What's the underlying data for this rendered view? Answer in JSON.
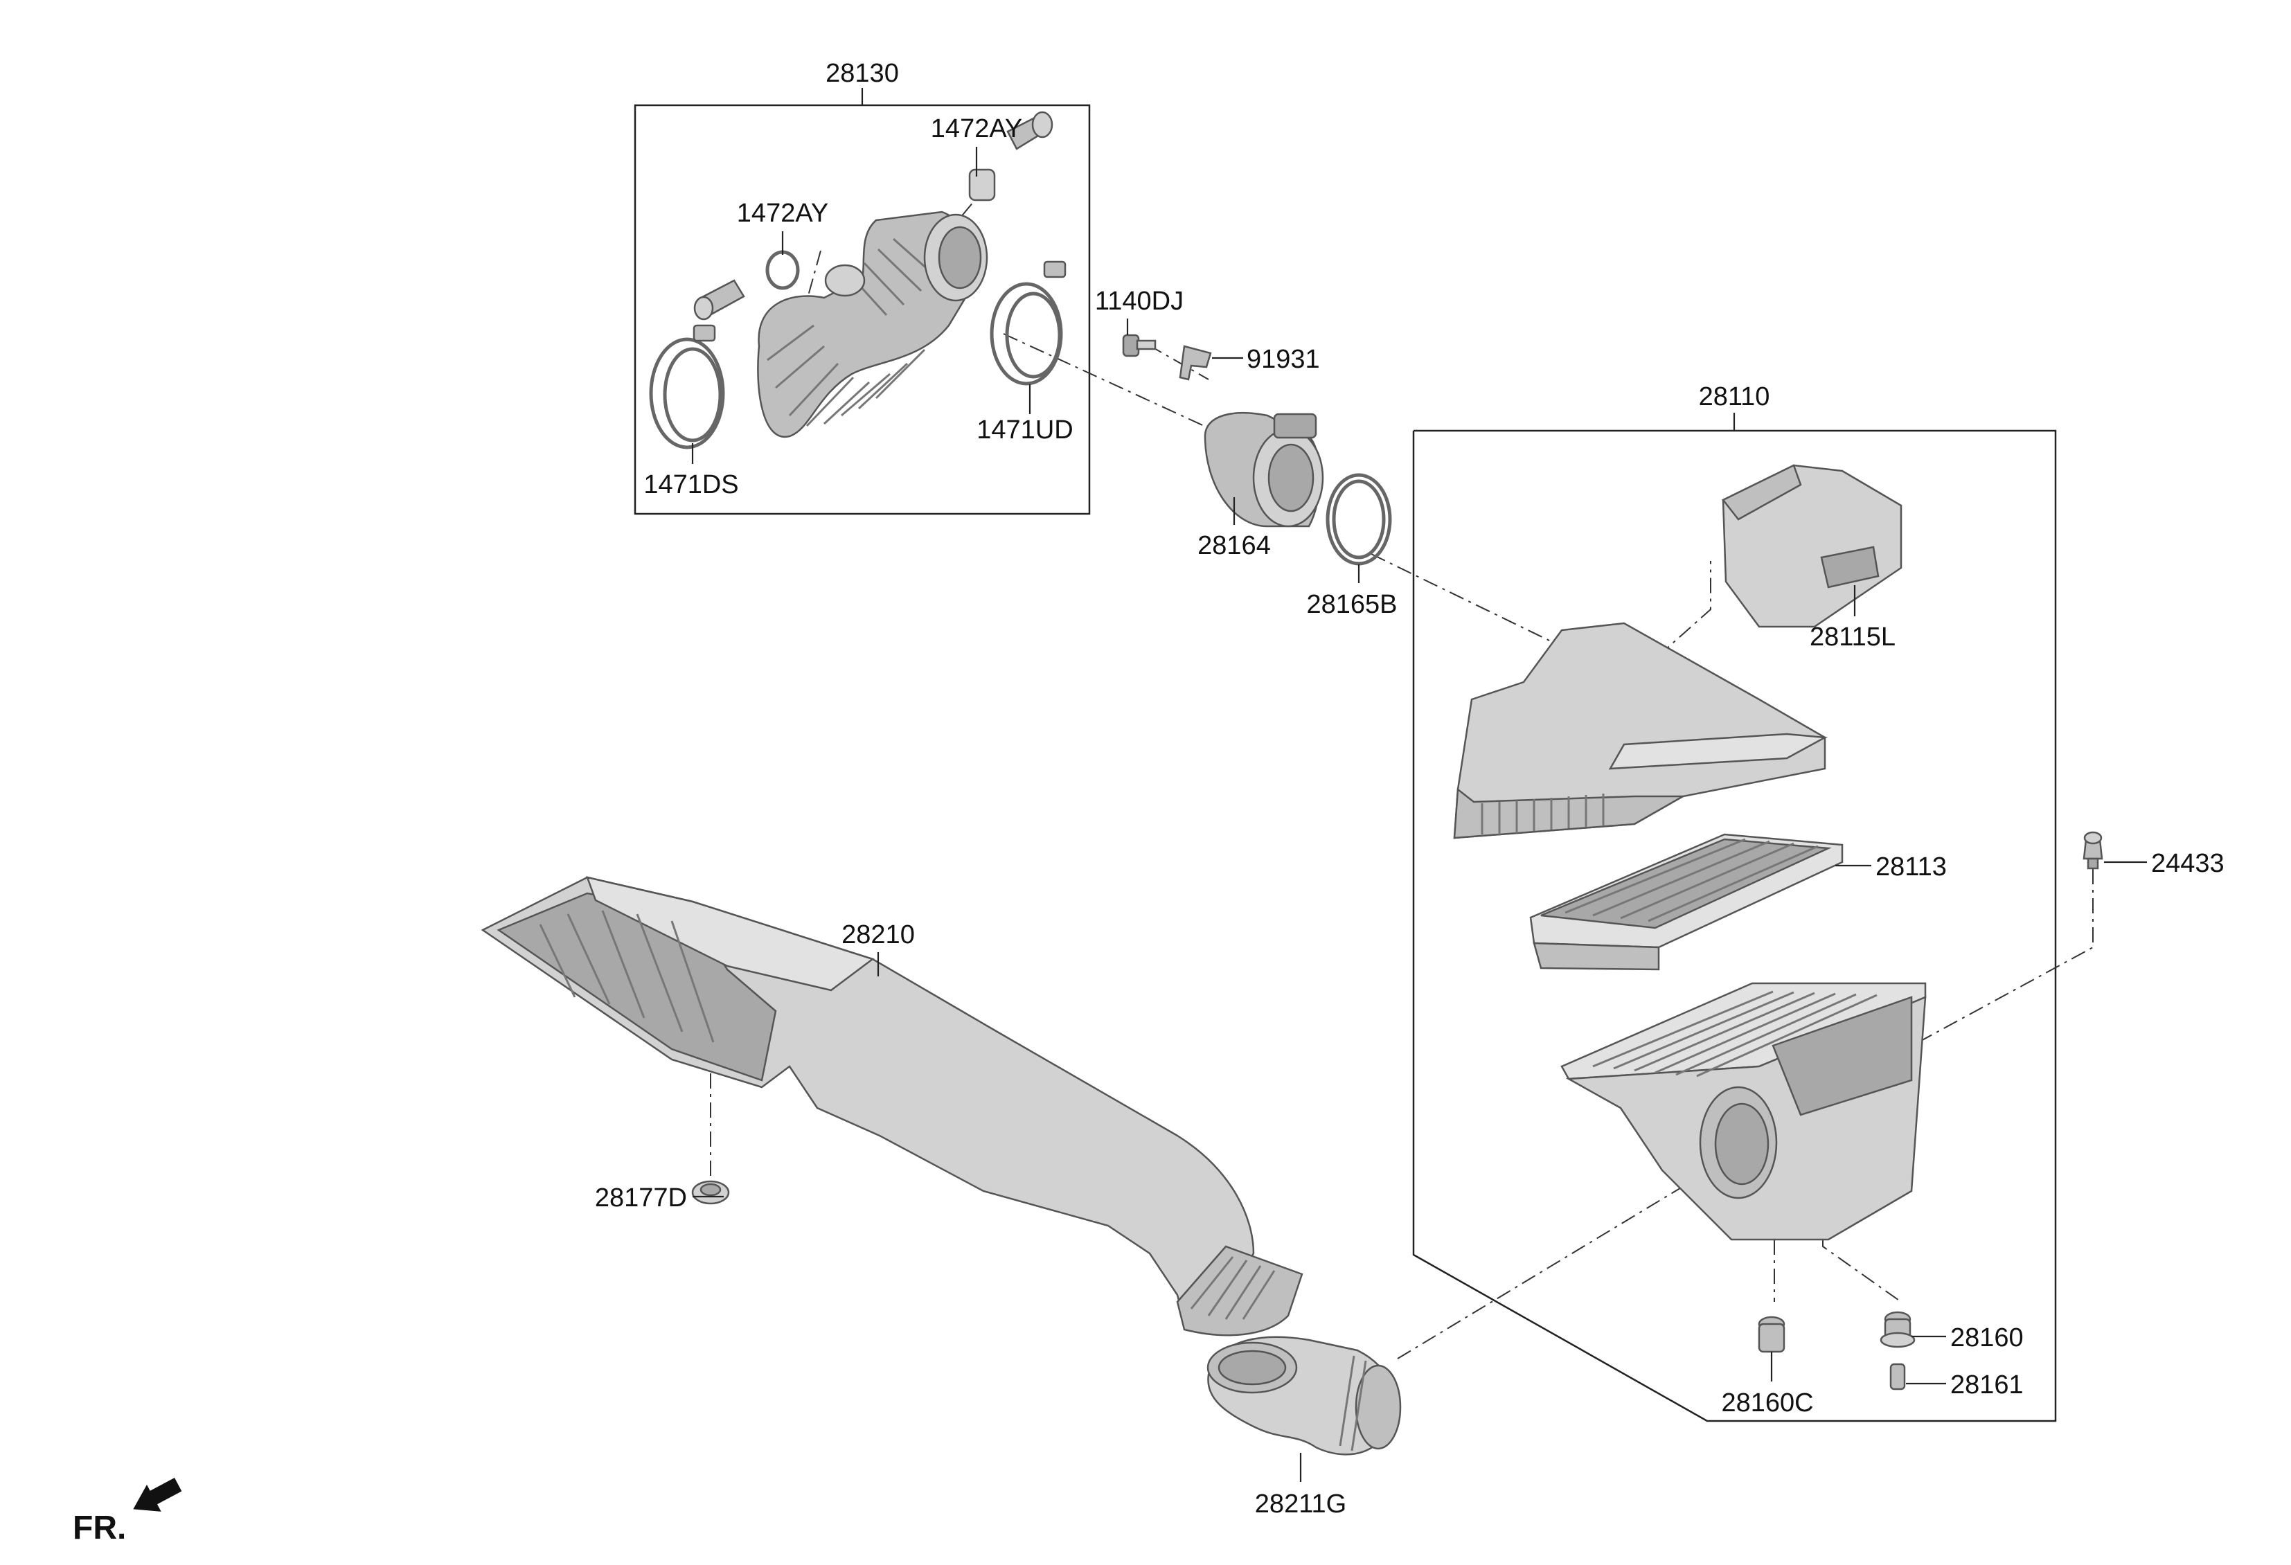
{
  "labels": {
    "p28130": "28130",
    "p1472AY_top": "1472AY",
    "p1472AY_left": "1472AY",
    "p1140DJ": "1140DJ",
    "p91931": "91931",
    "p1471UD": "1471UD",
    "p1471DS": "1471DS",
    "p28164": "28164",
    "p28165B": "28165B",
    "p28110": "28110",
    "p28115L": "28115L",
    "p28113": "28113",
    "p24433": "24433",
    "p28210": "28210",
    "p28177D": "28177D",
    "p28160": "28160",
    "p28161": "28161",
    "p28160C": "28160C",
    "p28211G": "28211G"
  },
  "direction_label": "FR."
}
